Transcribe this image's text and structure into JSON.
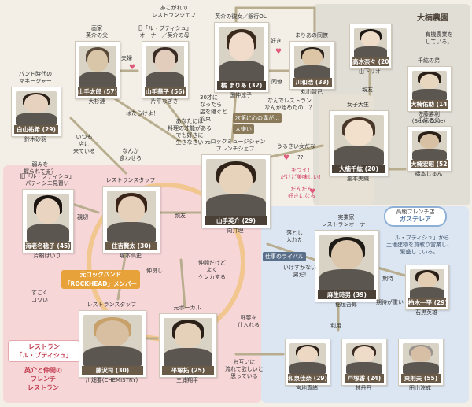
{
  "colors": {
    "nameplate": "#6a5a48",
    "nameplate_star": "#4a4036",
    "pink_region": "#f7d6d8",
    "blue_region": "#dce6f2",
    "gray_region": "#e1ded6",
    "beige_region": "#e9e2d2",
    "arrow": "#b8ad8e",
    "heart": "#e05a7a",
    "rockhead": "#e8a23a"
  },
  "regions": {
    "oogusu": {
      "title": "大楠農園",
      "desc": "有機農業を\nしている。"
    },
    "gastelea": {
      "title": "高級フレンチ店",
      "name": "ガステレア",
      "desc": "「ル・プティシュ」から\n土地建物を買取り営業し、\n繁盛している。"
    },
    "leptitsiche": {
      "title": "レストラン",
      "name": "「ル・プティシュ」",
      "desc": "英介と仲間の\nフレンチ\nレストラン"
    }
  },
  "rockhead": {
    "line1": "元ロックバンド",
    "line2": "「ROCKHEAD」メンバー"
  },
  "characters": [
    {
      "id": "yamate_taro",
      "role": "画家\n英介の父",
      "name": "山手太郎 (57)",
      "actor": "大杉漣"
    },
    {
      "id": "yamate_hanako",
      "role": "旧「ル・プティシュ」\nオーナー／英介の母",
      "name": "山手華子 (56)",
      "actor": "片平なぎさ"
    },
    {
      "id": "tachibana_marino",
      "role": "英介の彼女／銀行OL",
      "name": "橘 まりあ (32)",
      "actor": "国仲涼子"
    },
    {
      "id": "kawada_kiyotaka",
      "role": "まりあの同僚",
      "name": "川和浩 (33)",
      "actor": "丸山智己"
    },
    {
      "id": "takagi_nanako",
      "role": "",
      "name": "高木奈々 (20)",
      "actor": "山下リオ"
    },
    {
      "id": "shiraiwa",
      "role": "バンド時代の\nマネージャー",
      "name": "白山祐希 (29)",
      "actor": "鈴木砂羽"
    },
    {
      "id": "oogusu_tomoya",
      "role": "千紘の弟",
      "name": "大楠佑助 (14)",
      "actor": "佐藤勝利\n(Sexy Zone)"
    },
    {
      "id": "oogusu_chihiro",
      "role": "女子大生",
      "name": "大楠千紘 (20)",
      "actor": "瀧本美織"
    },
    {
      "id": "oogusu_father",
      "role": "千紘の父",
      "name": "大楠宏昭 (52)",
      "actor": "橋本じゅん"
    },
    {
      "id": "yamate_eisuke",
      "role": "元ロックミュージシャン\nフレンチシェフ",
      "name": "山手英介 (29)",
      "actor": "向井理"
    },
    {
      "id": "sumiyoshi",
      "role": "レストランスタッフ",
      "name": "住吉賢太 (30)",
      "actor": "塚本高史"
    },
    {
      "id": "ebina",
      "role": "旧「ル・プティシュ」\nパティシエ見習い",
      "name": "海老名稔子 (45)",
      "actor": "片桐はいり"
    },
    {
      "id": "aso",
      "role": "実業家\nレストランオーナー",
      "name": "麻生時男 (39)",
      "actor": "稲垣吾郎"
    },
    {
      "id": "kashiwagi",
      "role": "",
      "name": "柏木一平 (29)",
      "actor": "石黒英雄"
    },
    {
      "id": "fujisawa",
      "role": "レストランスタッフ",
      "name": "藤沢司 (30)",
      "actor": "川畑要(CHEMISTRY)"
    },
    {
      "id": "hiraga",
      "role": "元ボーカル",
      "name": "平塚拓 (25)",
      "actor": "三浦翔平"
    },
    {
      "id": "wada",
      "role": "",
      "name": "和泉佳奈 (29)",
      "actor": "宮地真緒"
    },
    {
      "id": "toyama",
      "role": "",
      "name": "戸塚香 (24)",
      "actor": "林丹丹"
    },
    {
      "id": "higashiya",
      "role": "",
      "name": "東則夫 (55)",
      "actor": "田山涼成"
    }
  ],
  "relations": {
    "aa": "あこがれの\nレストランシェフ",
    "fuufu": "夫婦",
    "suki1": "好き",
    "doryo": "同僚",
    "hatarakiyo": "はたらけよ！",
    "futsu": "30才に\nなったら\n店を継ぐと\n約束",
    "nande": "なんでレストラン\nなんか始めたの…？",
    "tsugi": "次第に心の溝が…",
    "anata": "あなたには\n料理の才能がある\nでも好きに\n生きなさい",
    "shinyu": "親友",
    "ituyomo": "いつも\n店に\n来ている",
    "nanka": "なんか\n食わせろ",
    "yowami": "弱みを\n握られてる？",
    "shinsetsu": "親切",
    "shinyu2": "親友",
    "urusai": "うるさい女だな",
    "daikirai": "大嫌い",
    "kirai": "キライ!\nだけど美味しい!",
    "dandan": "だんだん\n好きになる",
    "hatarakenai": "??",
    "otoshi": "落とし\n入れた",
    "rival": "仕事のライバル",
    "ikesukanai": "いけすかない\n男だ!",
    "kitai": "期待",
    "kitai2": "期待が重い",
    "riyou": "利用",
    "sugoku": "すごく\nコワい",
    "nakayoshi": "仲良し",
    "nakama": "仲間だけど\nよく\nケンカする",
    "yasai": "野菜を\n仕入れる",
    "otagai": "お互いに\n流れて欲しいと\n思っている"
  }
}
